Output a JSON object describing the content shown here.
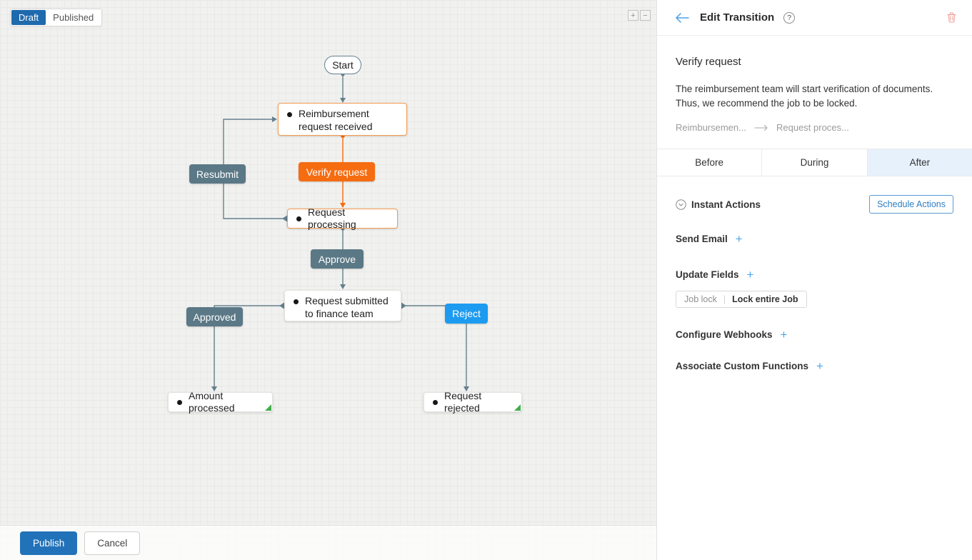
{
  "colors": {
    "accent_orange": "#f66c11",
    "orange_border": "#f59b52",
    "slate": "#5b7886",
    "edge_slate": "#64808e",
    "reject_blue": "#1d9bf0",
    "draft_blue": "#1f69ad",
    "publish_blue": "#2272b9",
    "link_blue": "#4ba7ee",
    "active_tab_bg": "#e7f1fb",
    "end_flag_green": "#3fae49",
    "delete_pink": "#ef9d99"
  },
  "canvas": {
    "mode_toggle": {
      "draft": "Draft",
      "published": "Published"
    },
    "zoom_in": "+",
    "zoom_out": "−",
    "footer": {
      "publish": "Publish",
      "cancel": "Cancel"
    }
  },
  "flow": {
    "start": "Start",
    "states": {
      "reimbursement_received": "Reimbursement request received",
      "request_processing": "Request processing",
      "request_submitted": "Request submitted to finance team",
      "amount_processed": "Amount processed",
      "request_rejected": "Request rejected"
    },
    "transitions": {
      "verify_request": "Verify request",
      "resubmit": "Resubmit",
      "approve": "Approve",
      "approved": "Approved",
      "reject": "Reject"
    }
  },
  "panel": {
    "header": {
      "title": "Edit Transition",
      "help_icon": "?"
    },
    "transition": {
      "name": "Verify request",
      "description": "The reimbursement team will start verification of documents. Thus, we recommend the job to be locked.",
      "from_state": "Reimbursemen...",
      "to_state": "Request proces..."
    },
    "tabs": [
      {
        "label": "Before"
      },
      {
        "label": "During"
      },
      {
        "label": "After"
      }
    ],
    "actions": {
      "section_title": "Instant Actions",
      "schedule_button": "Schedule Actions",
      "add_icon": "+",
      "send_email": "Send Email",
      "update_fields": "Update Fields",
      "update_chip": {
        "field": "Job lock",
        "separator": "|",
        "value": "Lock entire Job"
      },
      "configure_webhooks": "Configure Webhooks",
      "associate_custom_functions": "Associate Custom Functions"
    }
  }
}
